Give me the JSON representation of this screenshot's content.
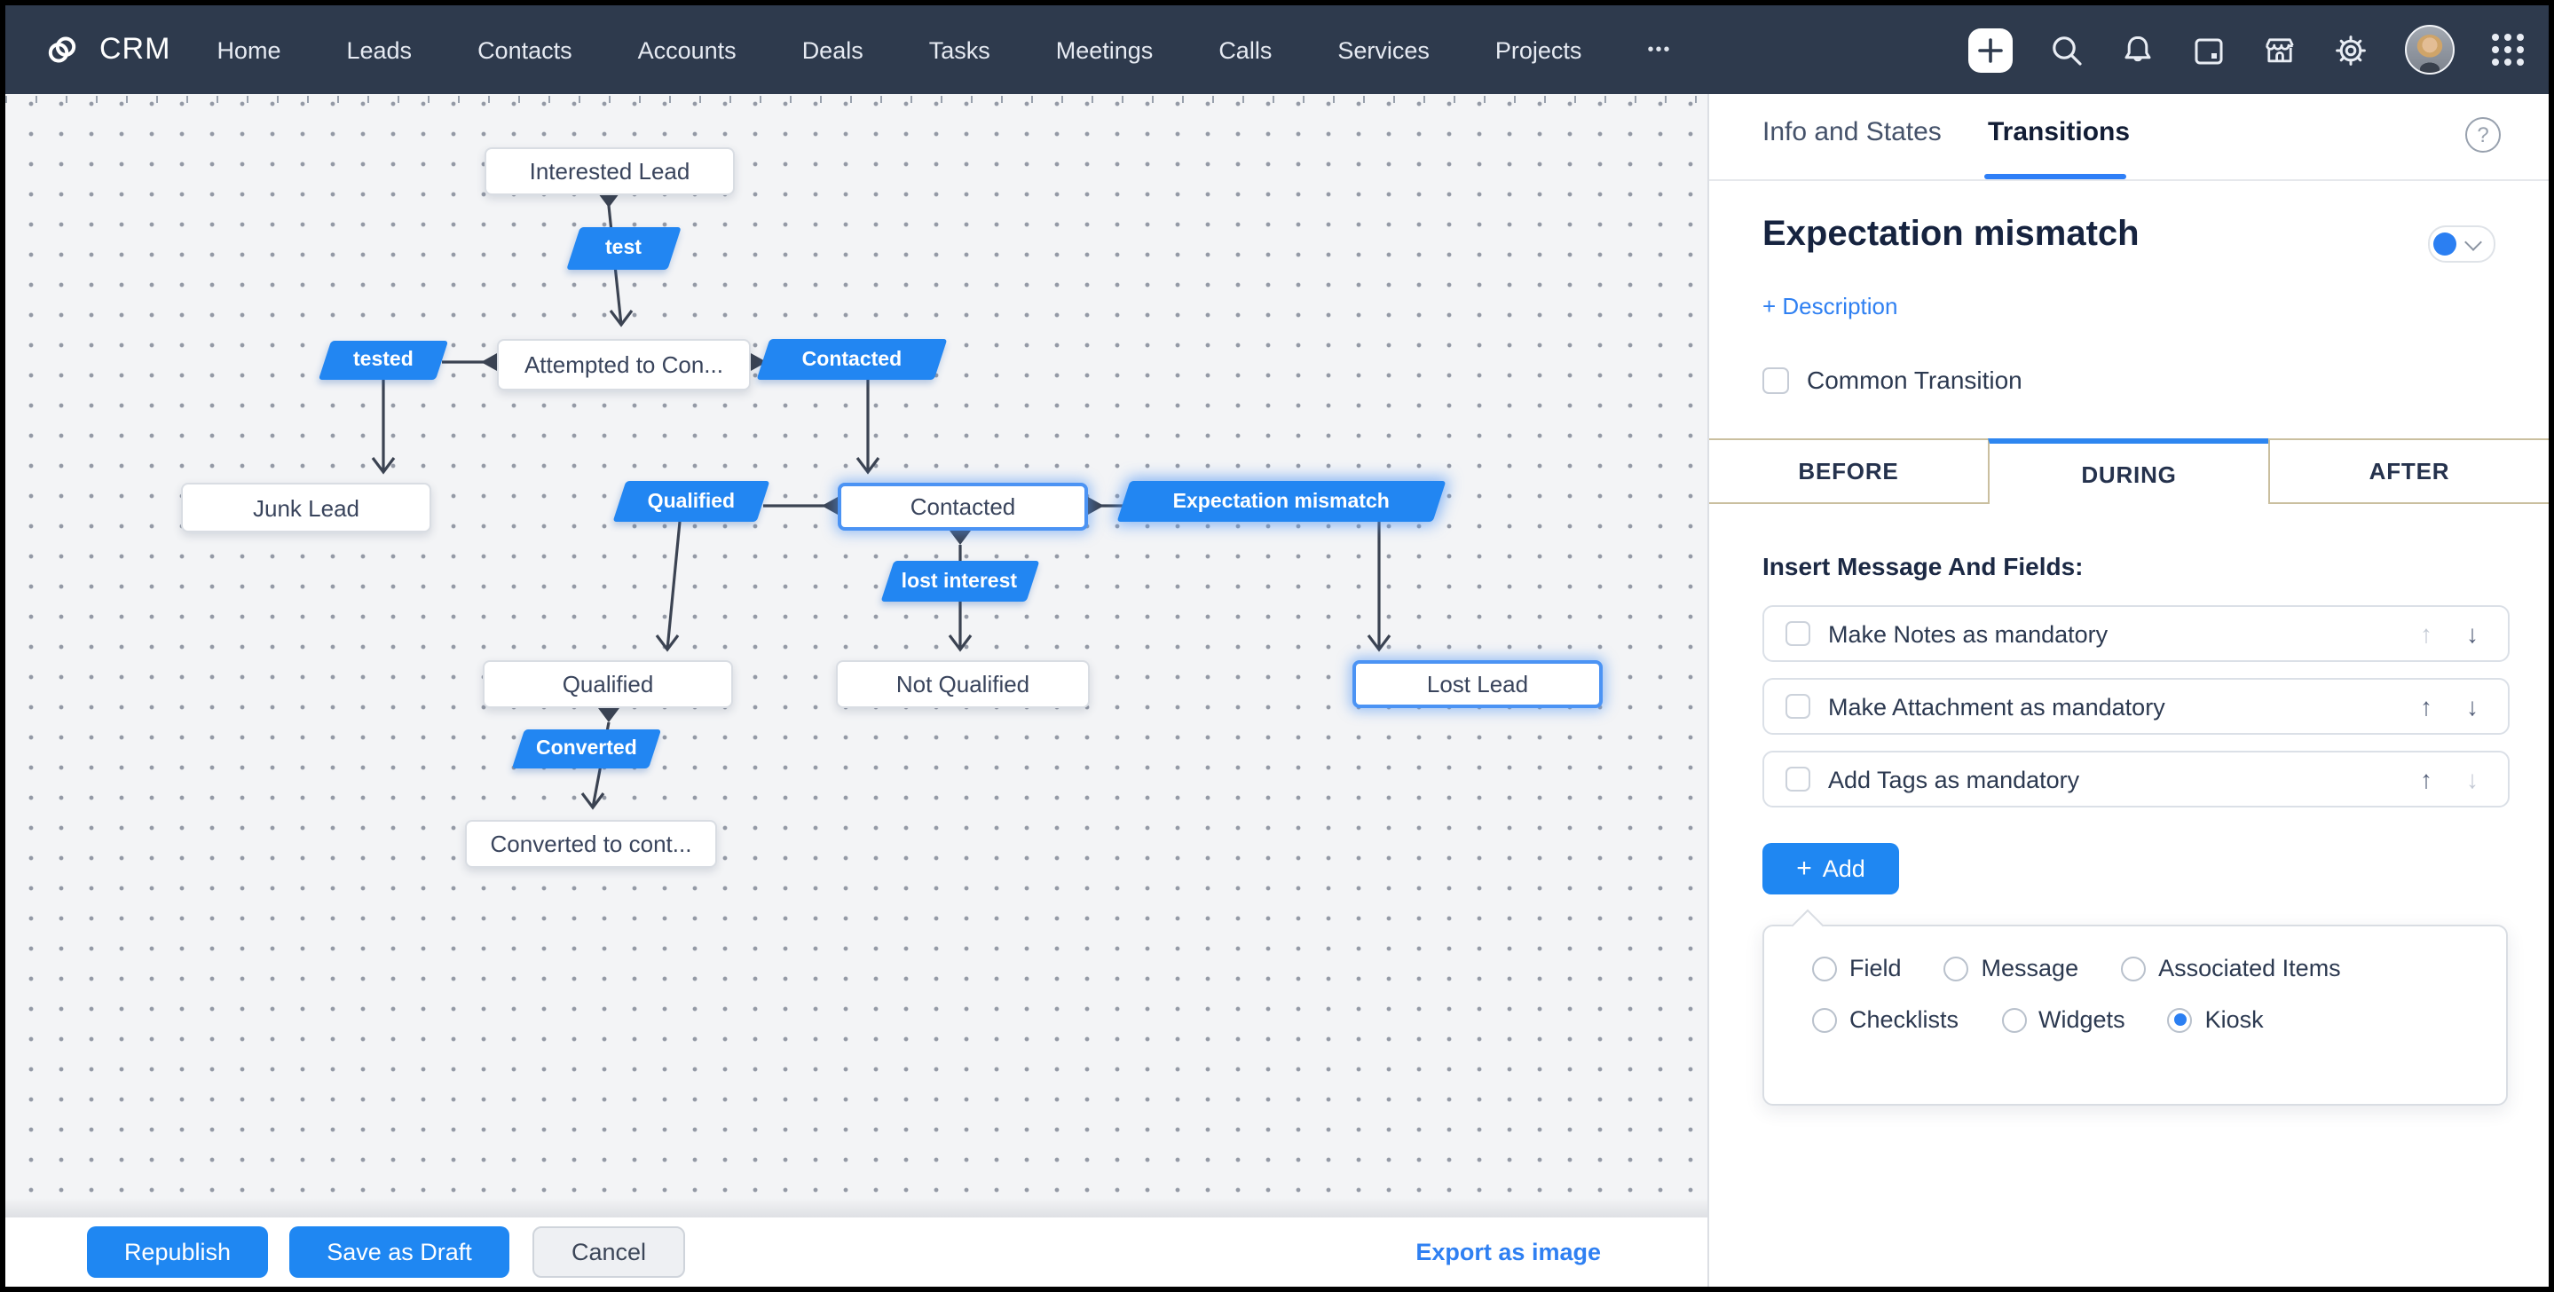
{
  "nav": {
    "brand": "CRM",
    "items": [
      "Home",
      "Leads",
      "Contacts",
      "Accounts",
      "Deals",
      "Tasks",
      "Meetings",
      "Calls",
      "Services",
      "Projects"
    ],
    "more": "•••",
    "right_icons": [
      "plus-icon",
      "search-icon",
      "bell-icon",
      "calendar-icon",
      "marketplace-icon",
      "settings-gear-icon",
      "avatar",
      "apps-grid-icon"
    ]
  },
  "canvas": {
    "nodes": [
      {
        "id": "interested-lead",
        "label": "Interested Lead",
        "kind": "state",
        "selected": false
      },
      {
        "id": "test",
        "label": "test",
        "kind": "transition",
        "selected": false
      },
      {
        "id": "tested",
        "label": "tested",
        "kind": "transition",
        "selected": false
      },
      {
        "id": "attempted-to-contact",
        "label": "Attempted to Con...",
        "kind": "state",
        "selected": false
      },
      {
        "id": "contacted-transition",
        "label": "Contacted",
        "kind": "transition",
        "selected": false
      },
      {
        "id": "junk-lead",
        "label": "Junk Lead",
        "kind": "state",
        "selected": false
      },
      {
        "id": "qualified-transition",
        "label": "Qualified",
        "kind": "transition",
        "selected": false
      },
      {
        "id": "contacted-state",
        "label": "Contacted",
        "kind": "state",
        "selected": true
      },
      {
        "id": "expectation-mismatch",
        "label": "Expectation mismatch",
        "kind": "transition",
        "selected": true
      },
      {
        "id": "lost-interest",
        "label": "lost interest",
        "kind": "transition",
        "selected": false
      },
      {
        "id": "qualified-state",
        "label": "Qualified",
        "kind": "state",
        "selected": false
      },
      {
        "id": "not-qualified",
        "label": "Not Qualified",
        "kind": "state",
        "selected": false
      },
      {
        "id": "lost-lead",
        "label": "Lost Lead",
        "kind": "state",
        "selected": true
      },
      {
        "id": "converted",
        "label": "Converted",
        "kind": "transition",
        "selected": false
      },
      {
        "id": "converted-to-contact",
        "label": "Converted to cont...",
        "kind": "state",
        "selected": false
      }
    ]
  },
  "footer": {
    "republish": "Republish",
    "save_draft": "Save as Draft",
    "cancel": "Cancel",
    "export": "Export as image"
  },
  "panel": {
    "tabs": [
      {
        "label": "Info and States",
        "active": false
      },
      {
        "label": "Transitions",
        "active": true
      }
    ],
    "help_icon": "question-mark-icon",
    "title": "Expectation mismatch",
    "description_link": "+ Description",
    "common_transition": {
      "label": "Common Transition",
      "checked": false
    },
    "stage_tabs": [
      {
        "label": "BEFORE",
        "active": false
      },
      {
        "label": "DURING",
        "active": true
      },
      {
        "label": "AFTER",
        "active": false
      }
    ],
    "section_heading": "Insert Message And Fields:",
    "items": [
      {
        "label": "Make Notes as mandatory",
        "checked": false,
        "up_enabled": false,
        "down_enabled": true
      },
      {
        "label": "Make Attachment as mandatory",
        "checked": false,
        "up_enabled": true,
        "down_enabled": true
      },
      {
        "label": "Add Tags as mandatory",
        "checked": false,
        "up_enabled": true,
        "down_enabled": false
      }
    ],
    "add_button": {
      "plus": "+",
      "label": "Add"
    },
    "add_options": {
      "rows": [
        [
          "Field",
          "Message",
          "Associated Items"
        ],
        [
          "Checklists",
          "Widgets",
          "Kiosk"
        ]
      ],
      "selected": "Kiosk"
    }
  },
  "colors": {
    "nav_bg": "#2e3a4d",
    "accent_blue": "#2286f2",
    "selected_glow": "#4b93f4",
    "tab_border_tan": "#cabf9f",
    "canvas_bg": "#f3f4f6",
    "link_blue": "#2f80f2"
  }
}
